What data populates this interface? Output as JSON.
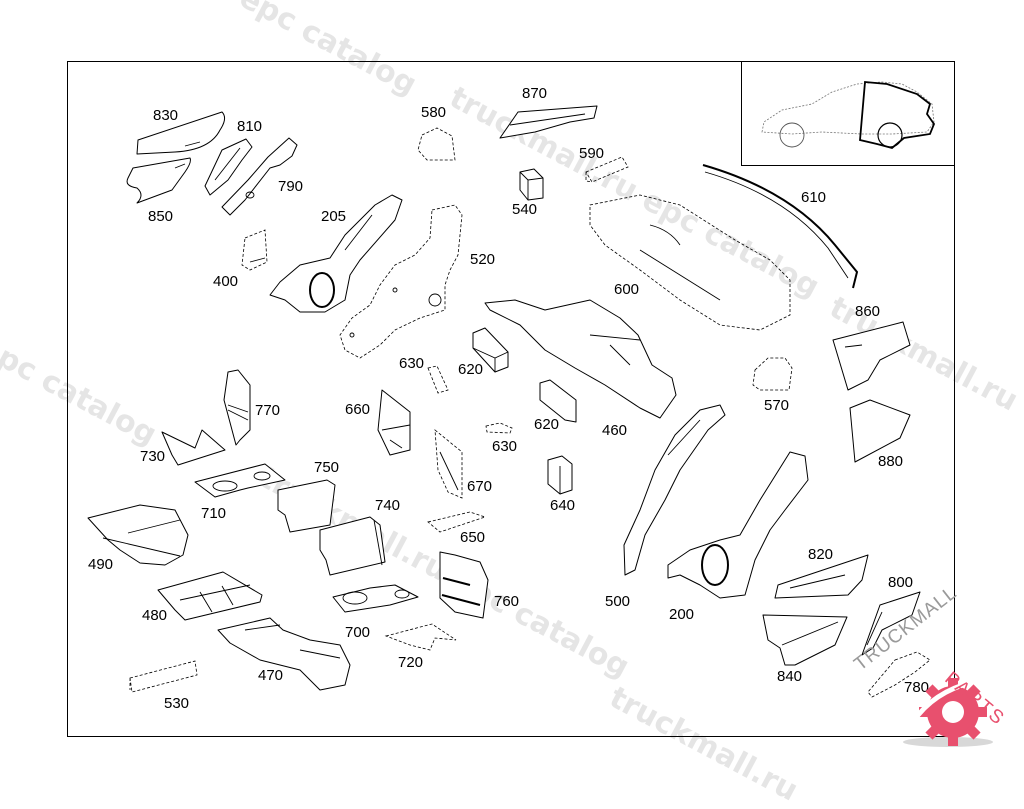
{
  "diagram": {
    "title_inset": "car-body-rear-section-highlight",
    "callouts": [
      {
        "id": "830",
        "label": "830"
      },
      {
        "id": "810",
        "label": "810"
      },
      {
        "id": "790",
        "label": "790"
      },
      {
        "id": "850",
        "label": "850"
      },
      {
        "id": "205",
        "label": "205"
      },
      {
        "id": "400",
        "label": "400"
      },
      {
        "id": "580",
        "label": "580"
      },
      {
        "id": "870",
        "label": "870"
      },
      {
        "id": "590",
        "label": "590"
      },
      {
        "id": "540",
        "label": "540"
      },
      {
        "id": "520",
        "label": "520"
      },
      {
        "id": "610",
        "label": "610"
      },
      {
        "id": "600",
        "label": "600"
      },
      {
        "id": "860",
        "label": "860"
      },
      {
        "id": "630a",
        "label": "630"
      },
      {
        "id": "620a",
        "label": "620"
      },
      {
        "id": "570",
        "label": "570"
      },
      {
        "id": "770",
        "label": "770"
      },
      {
        "id": "660",
        "label": "660"
      },
      {
        "id": "620b",
        "label": "620"
      },
      {
        "id": "460",
        "label": "460"
      },
      {
        "id": "630b",
        "label": "630"
      },
      {
        "id": "880",
        "label": "880"
      },
      {
        "id": "730",
        "label": "730"
      },
      {
        "id": "750",
        "label": "750"
      },
      {
        "id": "670",
        "label": "670"
      },
      {
        "id": "640",
        "label": "640"
      },
      {
        "id": "710",
        "label": "710"
      },
      {
        "id": "740",
        "label": "740"
      },
      {
        "id": "650",
        "label": "650"
      },
      {
        "id": "490",
        "label": "490"
      },
      {
        "id": "820",
        "label": "820"
      },
      {
        "id": "760",
        "label": "760"
      },
      {
        "id": "500",
        "label": "500"
      },
      {
        "id": "200",
        "label": "200"
      },
      {
        "id": "800",
        "label": "800"
      },
      {
        "id": "480",
        "label": "480"
      },
      {
        "id": "700",
        "label": "700"
      },
      {
        "id": "720",
        "label": "720"
      },
      {
        "id": "840",
        "label": "840"
      },
      {
        "id": "470",
        "label": "470"
      },
      {
        "id": "530",
        "label": "530"
      },
      {
        "id": "780",
        "label": "780"
      }
    ]
  },
  "watermarks": {
    "site": "truckmall.ru",
    "catalog": "epc catalog",
    "combined": "truckmall.ru epc catalog"
  },
  "logo": {
    "text_dark": "TRUCKMALL",
    "text_accent": "PARTS",
    "accent_color": "#e8506e",
    "dark_color": "#9a9a9a"
  }
}
